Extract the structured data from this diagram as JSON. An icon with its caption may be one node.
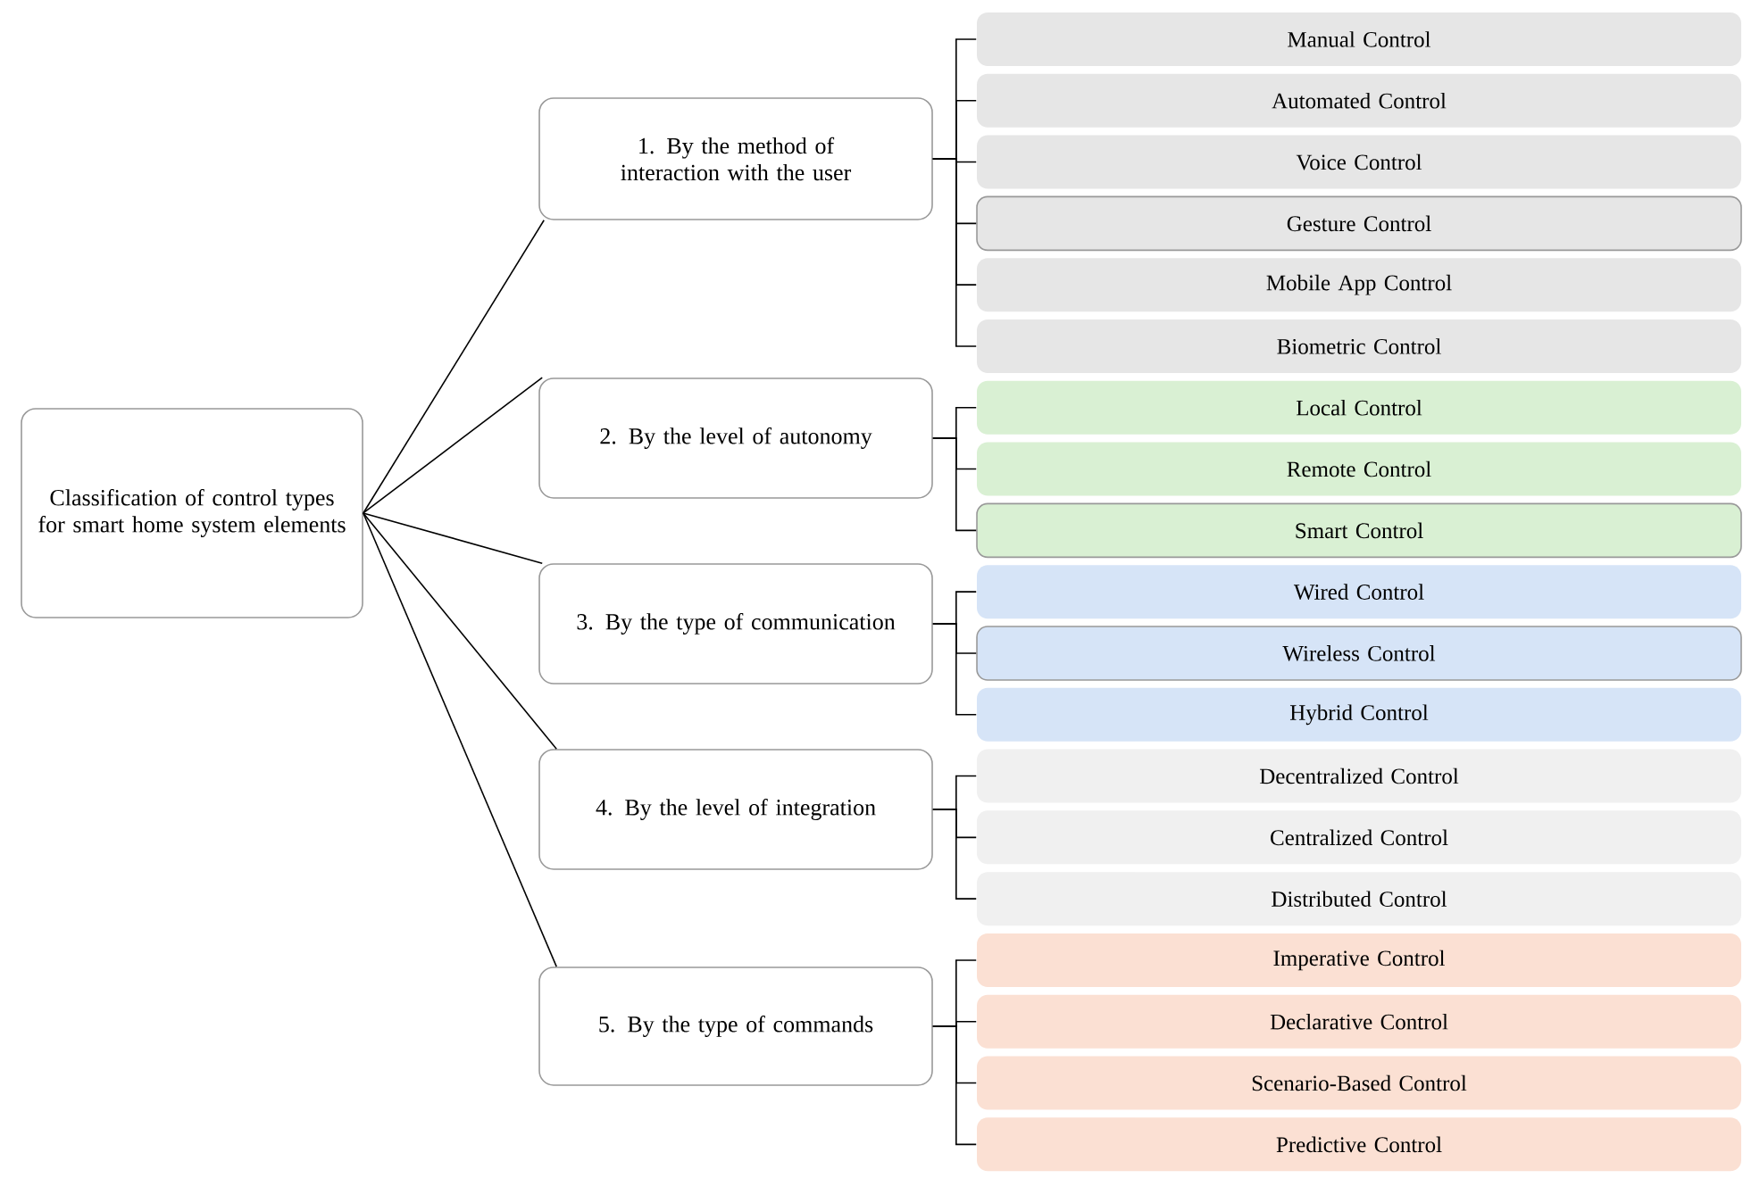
{
  "diagram": {
    "nodes": [
      {
        "text": [
          "Classification of control types for smart home system elements"
        ]
      },
      {
        "text": [
          "1. By the method of interaction with the user"
        ]
      },
      {
        "text": [
          "2. By the level of autonomy"
        ]
      },
      {
        "text": [
          "3. By the type of communication"
        ]
      },
      {
        "text": [
          "4. By the level of integration"
        ]
      },
      {
        "text": [
          "5. By the type of commands"
        ]
      },
      {
        "text": [
          "Manual Control"
        ]
      },
      {
        "text": [
          "Automated Control"
        ]
      },
      {
        "text": [
          "Voice Control"
        ]
      },
      {
        "text": [
          "Gesture Control"
        ]
      },
      {
        "text": [
          "Mobile App Control"
        ]
      },
      {
        "text": [
          "Biometric Control"
        ]
      },
      {
        "text": [
          "Local Control"
        ]
      },
      {
        "text": [
          "Remote Control"
        ]
      },
      {
        "text": [
          "Smart Control"
        ]
      },
      {
        "text": [
          "Wired Control"
        ]
      },
      {
        "text": [
          "Wireless Control"
        ]
      },
      {
        "text": [
          "Hybrid Control"
        ]
      },
      {
        "text": [
          "Decentralized Control"
        ]
      },
      {
        "text": [
          "Centralized Control"
        ]
      },
      {
        "text": [
          "Distributed Control"
        ]
      },
      {
        "text": [
          "Imperative Control"
        ]
      },
      {
        "text": [
          "Declarative Control"
        ]
      },
      {
        "text": [
          "Scenario-Based Control"
        ]
      },
      {
        "text": [
          "Predictive Control"
        ]
      }
    ],
    "edges": [
      {
        "from": 0,
        "to": 1,
        "arrow": "none"
      },
      {
        "from": 0,
        "to": 2,
        "arrow": "none"
      },
      {
        "from": 0,
        "to": 3,
        "arrow": "none"
      },
      {
        "from": 0,
        "to": 4,
        "arrow": "none"
      },
      {
        "from": 0,
        "to": 5,
        "arrow": "none"
      },
      {
        "from": 1,
        "to": 6,
        "arrow": "none"
      },
      {
        "from": 1,
        "to": 7,
        "arrow": "none"
      },
      {
        "from": 1,
        "to": 8,
        "arrow": "none"
      },
      {
        "from": 1,
        "to": 9,
        "arrow": "none"
      },
      {
        "from": 1,
        "to": 10,
        "arrow": "none"
      },
      {
        "from": 1,
        "to": 11,
        "arrow": "none"
      },
      {
        "from": 2,
        "to": 12,
        "arrow": "none"
      },
      {
        "from": 2,
        "to": 13,
        "arrow": "none"
      },
      {
        "from": 2,
        "to": 14,
        "arrow": "none"
      },
      {
        "from": 3,
        "to": 15,
        "arrow": "none"
      },
      {
        "from": 3,
        "to": 16,
        "arrow": "none"
      },
      {
        "from": 3,
        "to": 17,
        "arrow": "none"
      },
      {
        "from": 4,
        "to": 18,
        "arrow": "none"
      },
      {
        "from": 4,
        "to": 19,
        "arrow": "none"
      },
      {
        "from": 4,
        "to": 20,
        "arrow": "none"
      },
      {
        "from": 5,
        "to": 21,
        "arrow": "none"
      },
      {
        "from": 5,
        "to": 22,
        "arrow": "none"
      },
      {
        "from": 5,
        "to": 23,
        "arrow": "none"
      },
      {
        "from": 5,
        "to": 24,
        "arrow": "none"
      }
    ]
  }
}
